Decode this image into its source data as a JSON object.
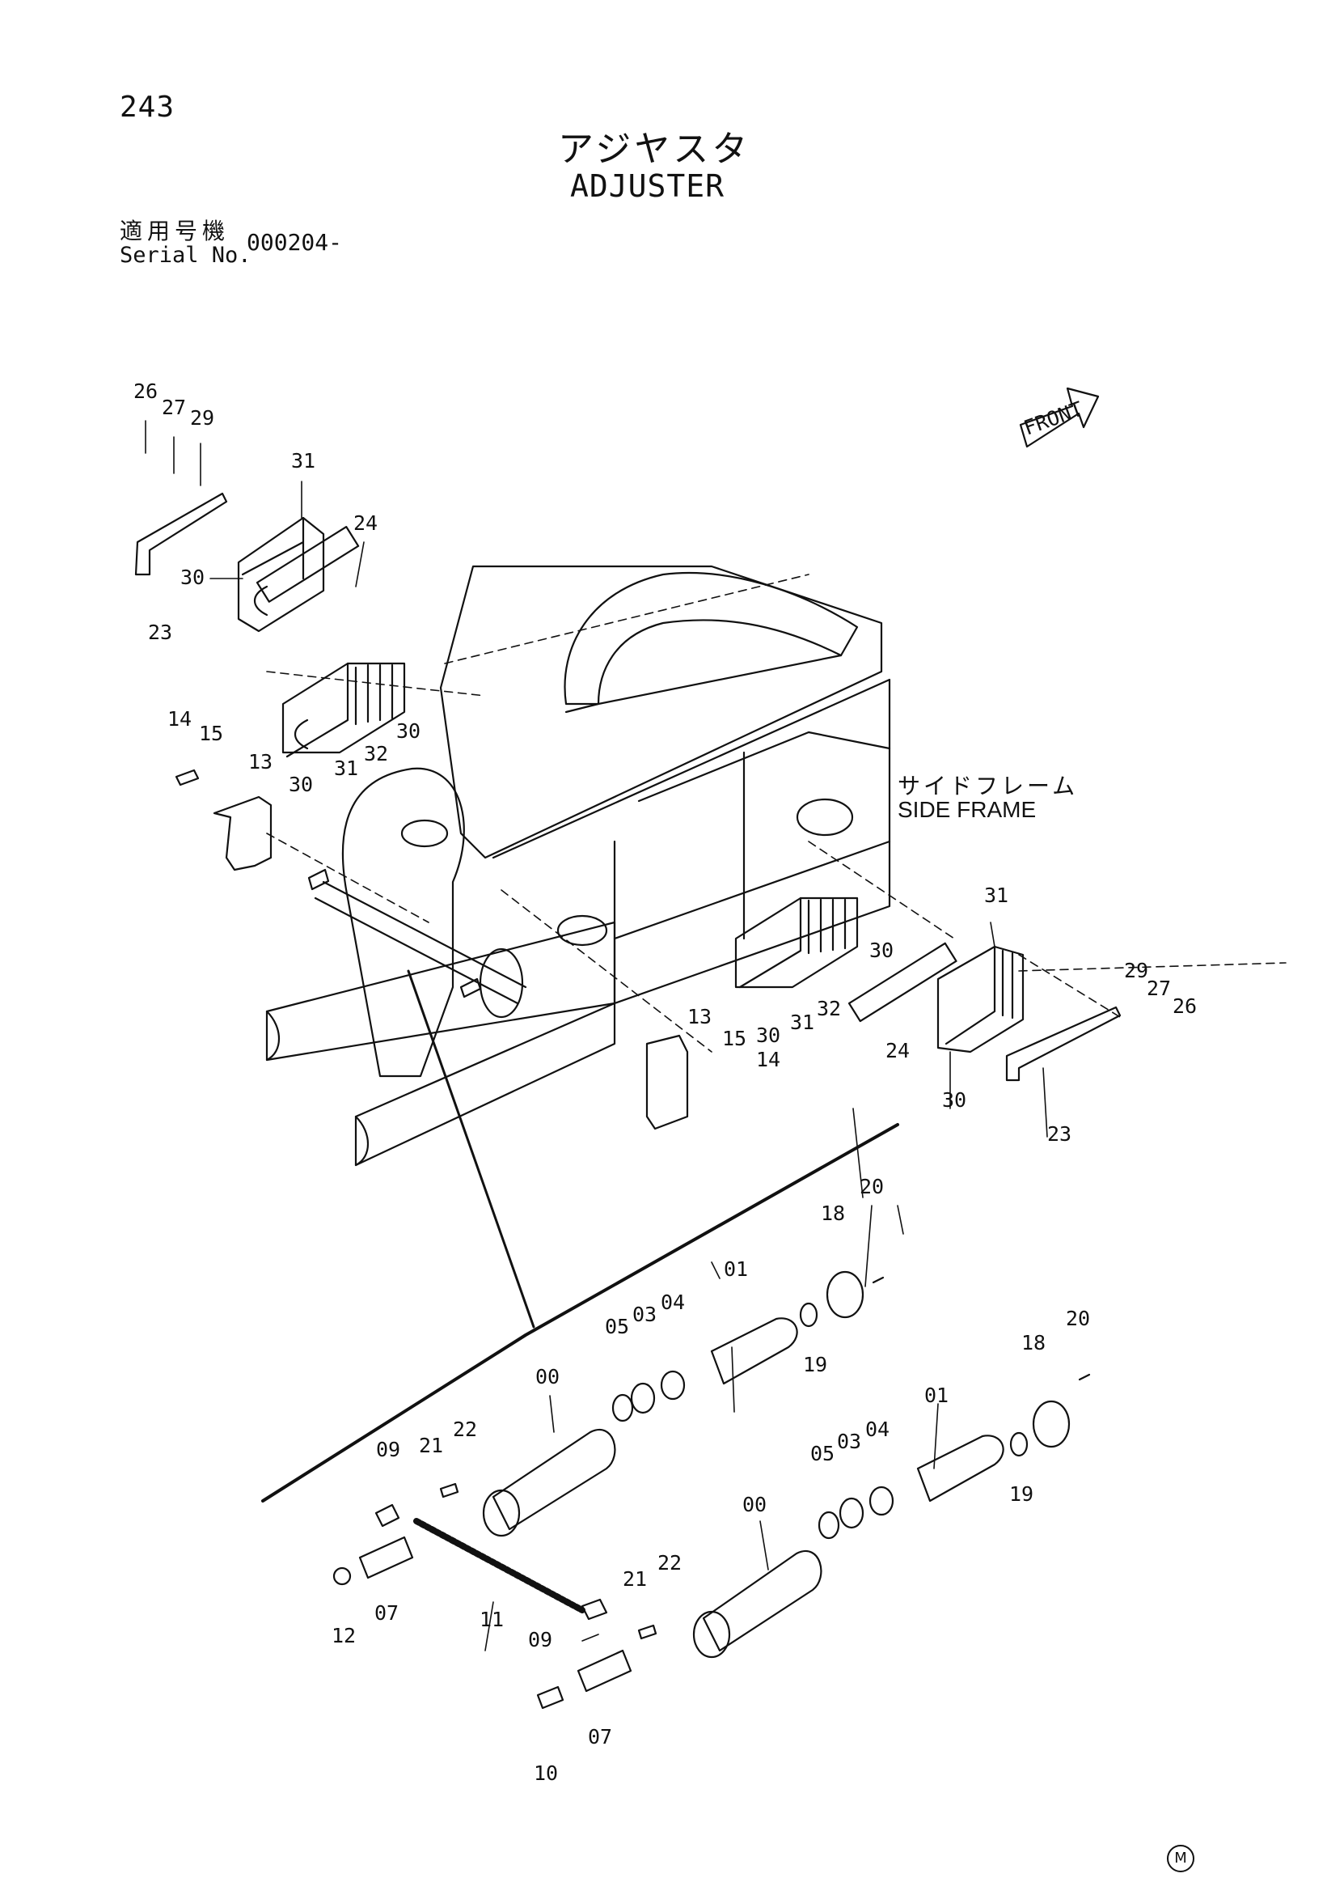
{
  "header": {
    "page_number": "243",
    "title_ja": "アジヤスタ",
    "title_en": "ADJUSTER",
    "serial_label_ja": "適用号機",
    "serial_label_en": "Serial No.",
    "serial_value": "000204-"
  },
  "diagram": {
    "front_label": "FRONT",
    "frame_label_ja": "サイドフレーム",
    "frame_label_en": "SIDE FRAME",
    "maker_mark": "M"
  },
  "callouts": {
    "c26a": "26",
    "c27a": "27",
    "c29a": "29",
    "c31a": "31",
    "c24a": "24",
    "c30a": "30",
    "c23a": "23",
    "c30b": "30",
    "c31b": "31",
    "c32a": "32",
    "c30c": "30",
    "c14a": "14",
    "c15a": "15",
    "c13a": "13",
    "c31c": "31",
    "c30d": "30",
    "c30e": "30",
    "c31d": "31",
    "c32b": "32",
    "c29b": "29",
    "c27b": "27",
    "c26b": "26",
    "c24b": "24",
    "c30f": "30",
    "c23b": "23",
    "c13b": "13",
    "c15b": "15",
    "c14b": "14",
    "c20a": "20",
    "c18a": "18",
    "c01a": "01",
    "c04a": "04",
    "c03a": "03",
    "c05a": "05",
    "c19a": "19",
    "c00a": "00",
    "c20b": "20",
    "c18b": "18",
    "c01b": "01",
    "c04b": "04",
    "c03b": "03",
    "c05b": "05",
    "c19b": "19",
    "c00b": "00",
    "c09a": "09",
    "c21a": "21",
    "c22a": "22",
    "c12": "12",
    "c07a": "07",
    "c11": "11",
    "c21b": "21",
    "c22b": "22",
    "c09b": "09",
    "c07b": "07",
    "c10": "10"
  }
}
